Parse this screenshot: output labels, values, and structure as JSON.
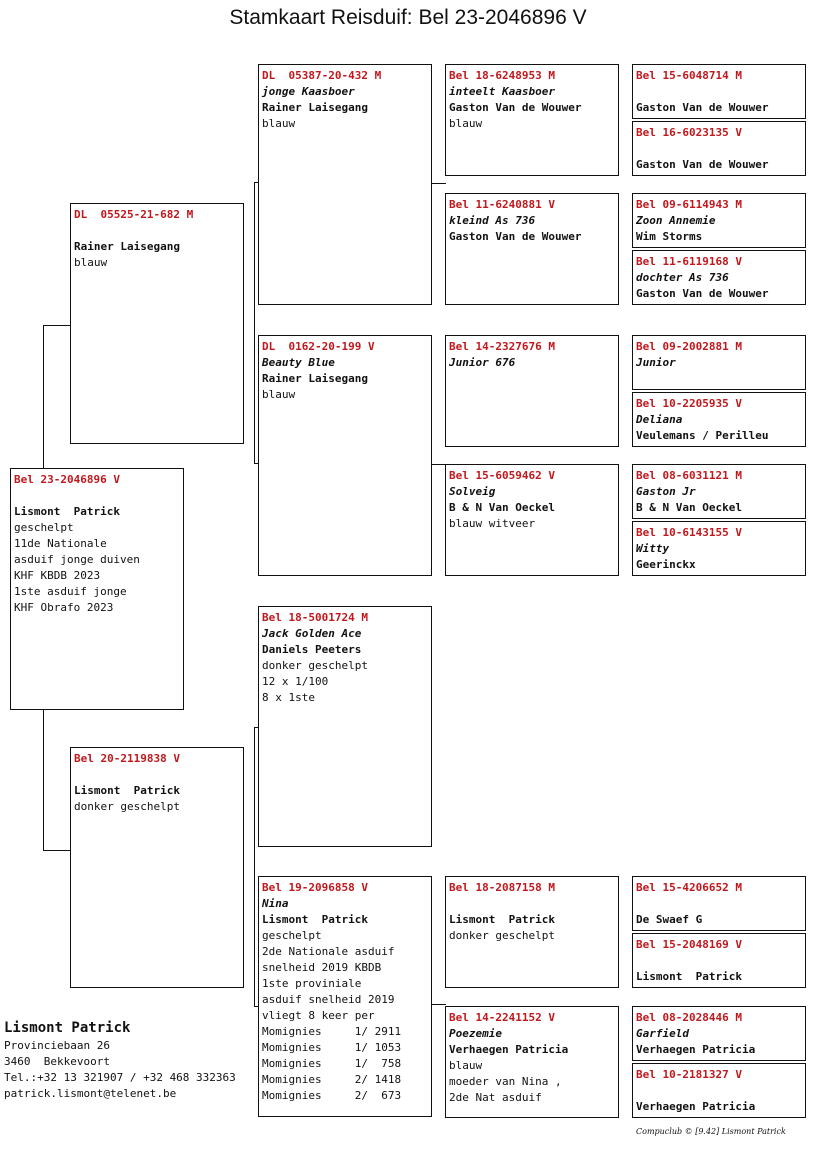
{
  "title": "Stamkaart Reisduif: Bel 23-2046896 V",
  "colors": {
    "ring": "#c0181d",
    "border": "#111111"
  },
  "subject": {
    "ring": "Bel 23-2046896 V",
    "lines": [
      "Lismont  Patrick",
      "geschelpt",
      "11de Nationale",
      "asduif jonge duiven",
      "KHF KBDB 2023",
      "1ste asduif jonge",
      "KHF Obrafo 2023"
    ]
  },
  "father": {
    "ring": "DL  05525-21-682 M",
    "lines": [
      "Rainer Laisegang",
      "blauw"
    ]
  },
  "mother": {
    "ring": "Bel 20-2119838 V",
    "lines": [
      "Lismont  Patrick",
      "donker geschelpt"
    ]
  },
  "gf1": {
    "ring": "DL  05387-20-432 M",
    "name": "jonge Kaasboer",
    "lines": [
      "Rainer Laisegang",
      "blauw"
    ]
  },
  "gm1": {
    "ring": "DL  0162-20-199 V",
    "name": "Beauty Blue",
    "lines": [
      "Rainer Laisegang",
      "blauw"
    ]
  },
  "gf2": {
    "ring": "Bel 18-5001724 M",
    "name": "Jack Golden Ace",
    "lines": [
      "Daniels Peeters",
      "donker geschelpt",
      "12 x 1/100",
      "8 x 1ste"
    ]
  },
  "gm2": {
    "ring": "Bel 19-2096858 V",
    "name": "Nina",
    "lines": [
      "Lismont  Patrick",
      "geschelpt",
      "2de Nationale asduif",
      "snelheid 2019 KBDB",
      "1ste proviniale",
      "asduif snelheid 2019",
      "vliegt 8 keer per",
      "Momignies     1/ 2911",
      "Momignies     1/ 1053",
      "Momignies     1/  758",
      "Momignies     2/ 1418",
      "Momignies     2/  673"
    ]
  },
  "ggf1": {
    "ring": "Bel 18-6248953 M",
    "name": "inteelt Kaasboer",
    "lines": [
      "Gaston Van de Wouwer",
      "blauw"
    ]
  },
  "ggm1": {
    "ring": "Bel 11-6240881 V",
    "name": "kleind As 736",
    "lines": [
      "Gaston Van de Wouwer"
    ]
  },
  "ggf2": {
    "ring": "Bel 14-2327676 M",
    "name": "Junior 676",
    "lines": []
  },
  "ggm2": {
    "ring": "Bel 15-6059462 V",
    "name": "Solveig",
    "lines": [
      "B & N Van Oeckel",
      "blauw witveer"
    ]
  },
  "ggf4": {
    "ring": "Bel 18-2087158 M",
    "name": "",
    "lines": [
      "Lismont  Patrick",
      "donker geschelpt"
    ]
  },
  "ggm4": {
    "ring": "Bel 14-2241152 V",
    "name": "Poezemie",
    "lines": [
      "Verhaegen Patricia",
      "blauw",
      "moeder van Nina ,",
      "2de Nat asduif"
    ]
  },
  "g4": [
    {
      "ring": "Bel 15-6048714 M",
      "name": "",
      "lines": [
        "Gaston Van de Wouwer"
      ]
    },
    {
      "ring": "Bel 16-6023135 V",
      "name": "",
      "lines": [
        "Gaston Van de Wouwer"
      ]
    },
    {
      "ring": "Bel 09-6114943 M",
      "name": "Zoon Annemie",
      "lines": [
        "Wim Storms"
      ]
    },
    {
      "ring": "Bel 11-6119168 V",
      "name": "dochter As 736",
      "lines": [
        "Gaston Van de Wouwer"
      ]
    },
    {
      "ring": "Bel 09-2002881 M",
      "name": "Junior",
      "lines": []
    },
    {
      "ring": "Bel 10-2205935 V",
      "name": "Deliana",
      "lines": [
        "Veulemans / Perilleu"
      ]
    },
    {
      "ring": "Bel 08-6031121 M",
      "name": "Gaston Jr",
      "lines": [
        "B & N Van Oeckel"
      ]
    },
    {
      "ring": "Bel 10-6143155 V",
      "name": "Witty",
      "lines": [
        "Geerinckx"
      ]
    },
    {
      "ring": "Bel 15-4206652 M",
      "name": "",
      "lines": [
        "De Swaef G"
      ]
    },
    {
      "ring": "Bel 15-2048169 V",
      "name": "",
      "lines": [
        "Lismont  Patrick"
      ]
    },
    {
      "ring": "Bel 08-2028446 M",
      "name": "Garfield",
      "lines": [
        "Verhaegen Patricia"
      ]
    },
    {
      "ring": "Bel 10-2181327 V",
      "name": "",
      "lines": [
        "Verhaegen Patricia"
      ]
    }
  ],
  "owner": {
    "name": "Lismont Patrick",
    "street": "Provinciebaan 26",
    "city": "3460  Bekkevoort",
    "phone": "Tel.:+32 13 321907 / +32 468 332363",
    "email": "patrick.lismont@telenet.be"
  },
  "footer": "Compuclub © [9.42]  Lismont Patrick"
}
